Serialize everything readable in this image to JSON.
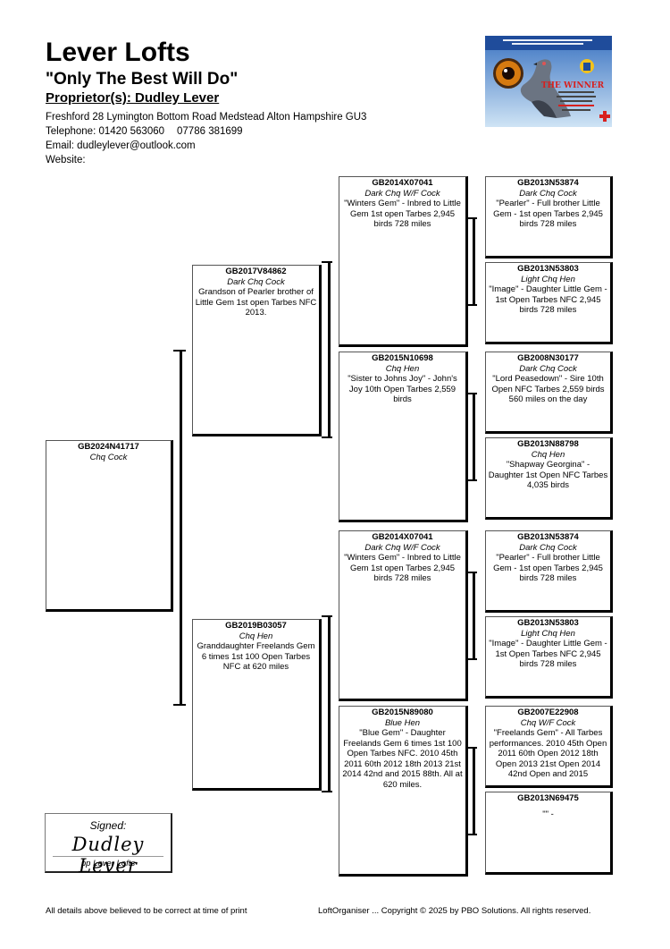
{
  "header": {
    "title": "Lever Lofts",
    "motto": "\"Only The Best Will Do\"",
    "proprietor": "Proprietor(s): Dudley Lever",
    "address": "Freshford 28 Lymington Bottom Road Medstead Alton Hampshire GU3",
    "telephone_label": "Telephone: 01420 563060",
    "telephone_alt": "07786 381699",
    "email": "Email: dudleylever@outlook.com",
    "website": "Website:"
  },
  "logo": {
    "caption": "THE WINNER",
    "colors": {
      "sky": "#7fb3e0",
      "banner": "#d8201e",
      "accent": "#f3c21b"
    }
  },
  "pedigree": {
    "subject": {
      "ring": "GB2024N41717",
      "colour": "Chq Cock",
      "comment": ""
    },
    "sire": {
      "ring": "GB2017V84862",
      "colour": "Dark Chq Cock",
      "comment": "Grandson of Pearler brother of Little Gem 1st open Tarbes NFC 2013."
    },
    "dam": {
      "ring": "GB2019B03057",
      "colour": "Chq Hen",
      "comment": "Granddaughter Freelands Gem 6 times 1st 100 Open Tarbes NFC at 620 miles"
    },
    "ss": {
      "ring": "GB2014X07041",
      "colour": "Dark Chq W/F Cock",
      "comment": "\"Winters Gem\" - Inbred to Little Gem 1st open Tarbes 2,945 birds 728 miles"
    },
    "sd": {
      "ring": "GB2015N10698",
      "colour": "Chq Hen",
      "comment": "\"Sister to Johns Joy\" - John's Joy 10th Open Tarbes 2,559 birds"
    },
    "ds": {
      "ring": "GB2014X07041",
      "colour": "Dark Chq W/F Cock",
      "comment": "\"Winters Gem\" - Inbred to Little Gem 1st open Tarbes 2,945 birds 728 miles"
    },
    "dd": {
      "ring": "GB2015N89080",
      "colour": "Blue Hen",
      "comment": "\"Blue Gem\" - Daughter Freelands Gem 6 times 1st 100 Open Tarbes NFC. 2010 45th 2011 60th 2012 18th 2013 21st 2014 42nd and 2015 88th. All at 620 miles."
    },
    "sss": {
      "ring": "GB2013N53874",
      "colour": "Dark Chq Cock",
      "comment": "\"Pearler\" - Full brother Little Gem - 1st open Tarbes 2,945 birds 728 miles"
    },
    "ssd": {
      "ring": "GB2013N53803",
      "colour": "Light Chq Hen",
      "comment": "\"Image\" - Daughter Little Gem - 1st Open Tarbes NFC 2,945 birds 728 miles"
    },
    "sds": {
      "ring": "GB2008N30177",
      "colour": "Dark Chq Cock",
      "comment": "\"Lord Peasedown\" - Sire 10th Open NFC Tarbes 2,559 birds 560 miles on the day"
    },
    "sdd": {
      "ring": "GB2013N88798",
      "colour": "Chq Hen",
      "comment": "\"Shapway Georgina\" - Daughter 1st Open NFC Tarbes 4,035 birds"
    },
    "dss": {
      "ring": "GB2013N53874",
      "colour": "Dark Chq Cock",
      "comment": "\"Pearler\" - Full brother Little Gem - 1st open Tarbes 2,945 birds 728 miles"
    },
    "dsd": {
      "ring": "GB2013N53803",
      "colour": "Light Chq Hen",
      "comment": "\"Image\" - Daughter Little Gem - 1st Open Tarbes NFC 2,945 birds 728 miles"
    },
    "dds": {
      "ring": "GB2007E22908",
      "colour": "Chq W/F Cock",
      "comment": "\"Freelands Gem\" - All Tarbes performances. 2010 45th Open 2011 60th Open 2012 18th Open 2013 21st Open 2014 42nd Open and 2015"
    },
    "ddd": {
      "ring": "GB2013N69475",
      "colour": "",
      "comment": "\"\" -"
    }
  },
  "signature": {
    "label": "Signed:",
    "name": "Dudley Lever",
    "pp": "pp Lever Lofts"
  },
  "footer": {
    "left": "All details above believed to be correct at time of print",
    "right": "LoftOrganiser ... Copyright © 2025 by PBO Solutions. All rights reserved."
  }
}
